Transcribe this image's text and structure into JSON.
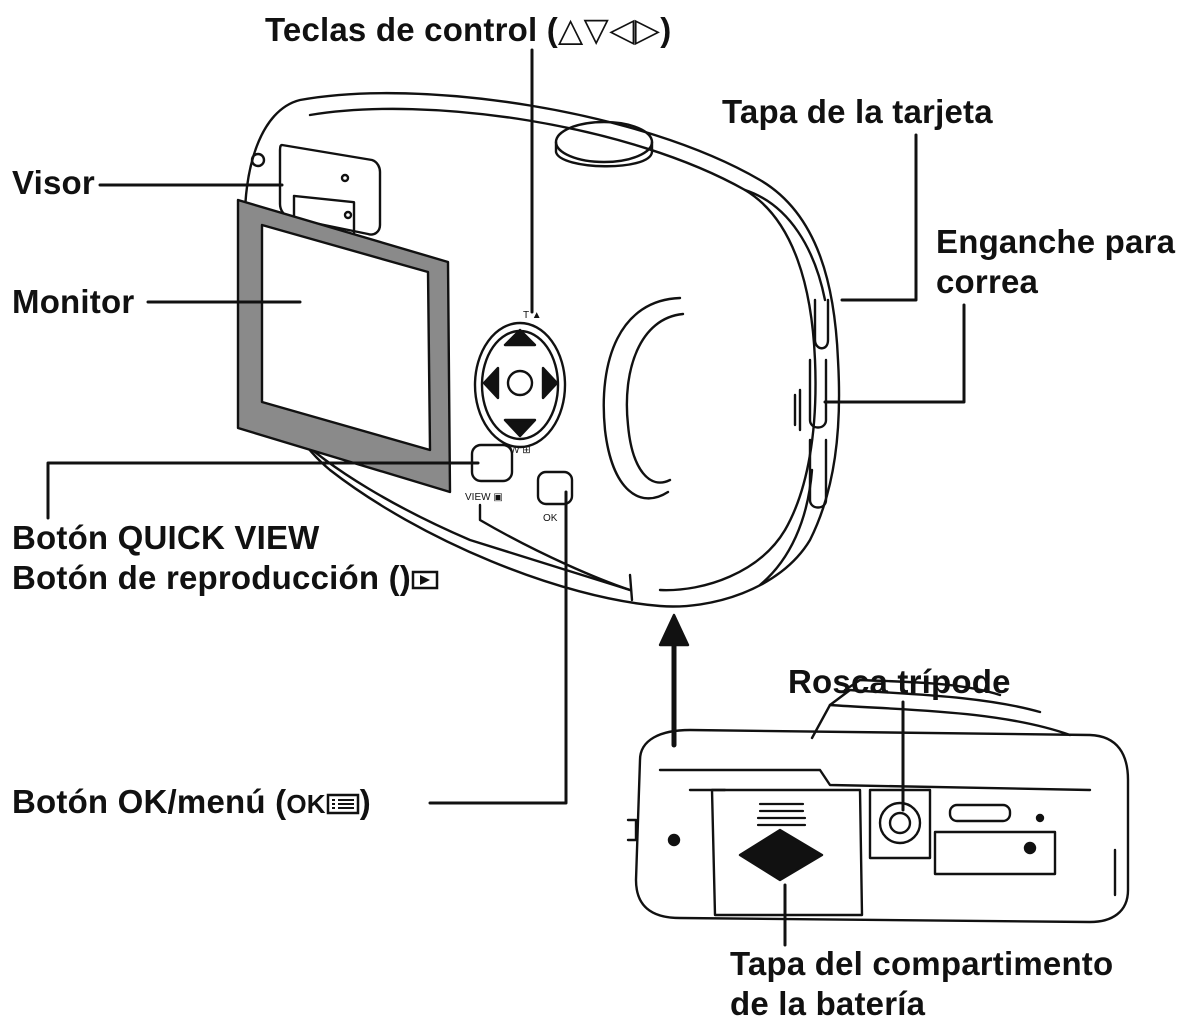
{
  "labels": {
    "control_keys": "Teclas de control (",
    "control_keys_arrows": "△▽◁▷",
    "control_keys_close": ")",
    "card_cover": "Tapa de la tarjeta",
    "viewfinder": "Visor",
    "strap_eyelet_line1": "Enganche para",
    "strap_eyelet_line2": "correa",
    "monitor": "Monitor",
    "quick_view_line1": "Botón QUICK VIEW",
    "quick_view_line2": "Botón de reproducción (",
    "quick_view_line2_close": ")",
    "ok_menu": "Botón OK/menú (",
    "ok_menu_ok": "OK",
    "ok_menu_close": ")",
    "tripod_socket": "Rosca trípode",
    "battery_cover_line1": "Tapa del compartimento",
    "battery_cover_line2": "de la batería"
  },
  "icons": {
    "playback": "playback-icon",
    "menu": "menu-icon"
  },
  "colors": {
    "ink": "#111111",
    "screen_frame": "#8a8a8a",
    "screen": "#ffffff"
  }
}
